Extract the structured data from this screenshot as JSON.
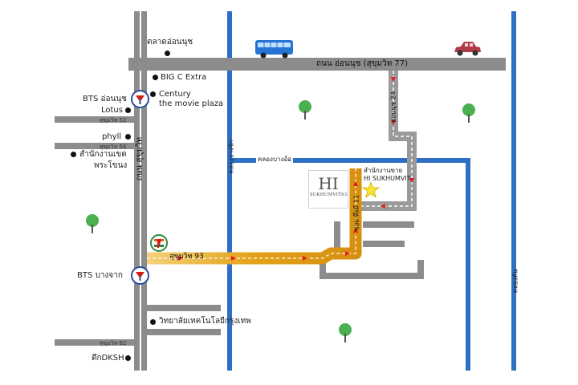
{
  "roads": {
    "main_horizontal": "ถนน อ่อนนุช (สุขุมวิท 77)",
    "main_vertical": "ถนน สุขุมวิท",
    "soi_onnut_24": "อ่อนนุช 24",
    "soi_phueng_mi_11": "ซอย พึ่งมี 11",
    "sukhumvit_93": "สุขุมวิท 93",
    "sukhumvit_52": "สุขุมวิท 52",
    "sukhumvit_54": "สุขุมวิท 54",
    "sukhumvit_62": "สุขุมวิท 62"
  },
  "canals": {
    "khlong_bang_o": "คลองบางอ้อ",
    "khlong_bang_chak": "คลองบางจัก",
    "khlong_tan": "คลองตัน"
  },
  "bts": {
    "on_nut": "BTS อ่อนนุช",
    "bang_chak": "BTS บางจาก"
  },
  "landmarks": {
    "onnut_market": "ตลาดอ่อนนุช",
    "big_c": "BIG C Extra",
    "century_line1": "Century",
    "century_line2": "the movie plaza",
    "lotus": "Lotus",
    "phyll": "phyll",
    "district_office_line1": "สำนักงานเขต",
    "district_office_line2": "พระโขนง",
    "tech_college": "วิทยาลัยเทคโนโลยีกรุงเทพ",
    "dksh": "ตึกDKSH"
  },
  "destination": {
    "logo_main": "HI",
    "logo_sub": "SUKHUMVIT93",
    "label_line1": "สำนักงานขาย",
    "label_line2": "HI SUKHUMVIT"
  },
  "colors": {
    "road": "#8c8c8c",
    "canal": "#2e6fc4",
    "route": "#e3a21a",
    "arrow": "#e01b1b",
    "star": "#f7e531",
    "bus": "#2474d6",
    "car": "#b03a45"
  },
  "icons": [
    "bus-icon",
    "car-icon",
    "bts-icon",
    "seven-eleven-icon",
    "tree-icon",
    "star-icon"
  ]
}
